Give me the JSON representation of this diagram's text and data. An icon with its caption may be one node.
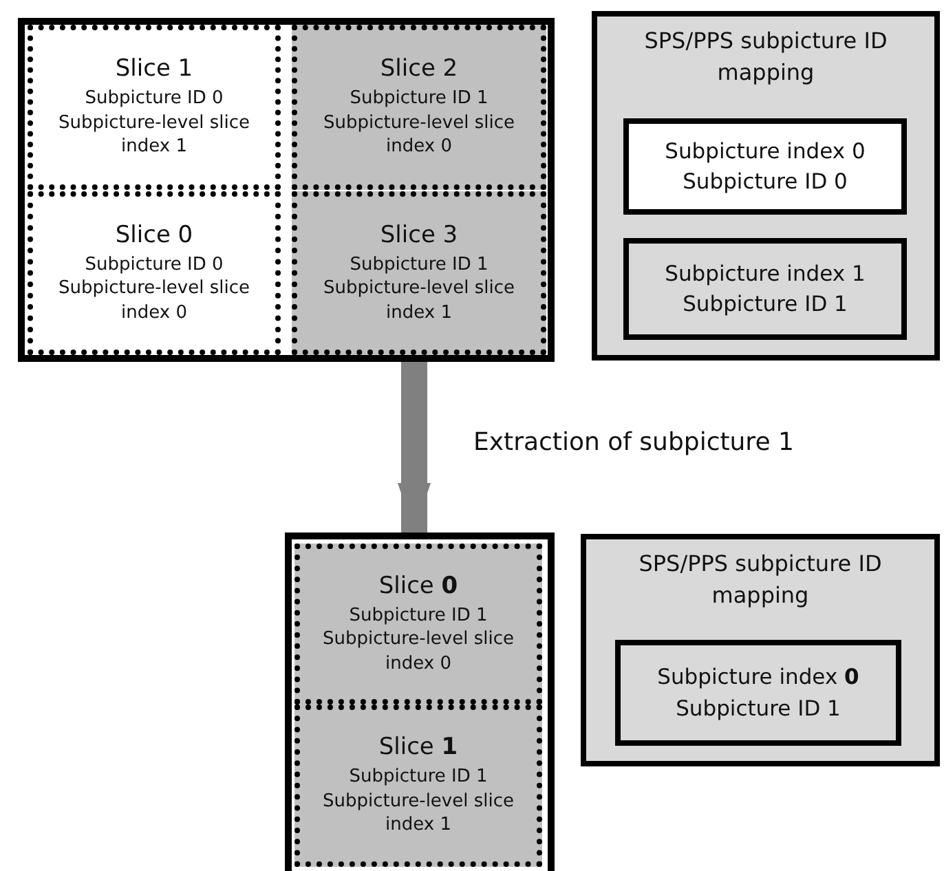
{
  "diagram": {
    "nodes": [
      {
        "text": [],
        "shape": "box"
      },
      {
        "text": [
          "Slice 1",
          "Subpicture ID 0",
          "Subpicture-level slice index 1"
        ],
        "in": 0
      },
      {
        "text": [
          "Slice 2",
          "Subpicture ID 1",
          "Subpicture-level slice index 0"
        ],
        "in": 0
      },
      {
        "text": [
          "Slice 0",
          "Subpicture ID 0",
          "Subpicture-level slice index 0"
        ],
        "in": 0
      },
      {
        "text": [
          "Slice 3",
          "Subpicture ID 1",
          "Subpicture-level slice index 1"
        ],
        "in": 0
      },
      {
        "text": [
          "SPS/PPS subpicture ID mapping"
        ]
      },
      {
        "text": [
          "Subpicture index 0",
          "Subpicture ID 0"
        ],
        "in": 5
      },
      {
        "text": [
          "Subpicture index 1",
          "Subpicture ID 1"
        ],
        "in": 5
      },
      {
        "text": [],
        "shape": "box"
      },
      {
        "text": [
          "Slice **0**",
          "Subpicture ID 1",
          "Subpicture-level slice index 0"
        ],
        "in": 8
      },
      {
        "text": [
          "Slice **1**",
          "Subpicture ID 1",
          "Subpicture-level slice index 1"
        ],
        "in": 8
      },
      {
        "text": [
          "SPS/PPS subpicture ID mapping"
        ]
      },
      {
        "text": [
          "Subpicture index **0**",
          "Subpicture ID 1"
        ],
        "in": 11
      }
    ],
    "edges": [
      {
        "from": 0,
        "to": 8,
        "arrow": "to",
        "label": "Extraction of subpicture 1",
        "color": "#808080"
      }
    ]
  }
}
